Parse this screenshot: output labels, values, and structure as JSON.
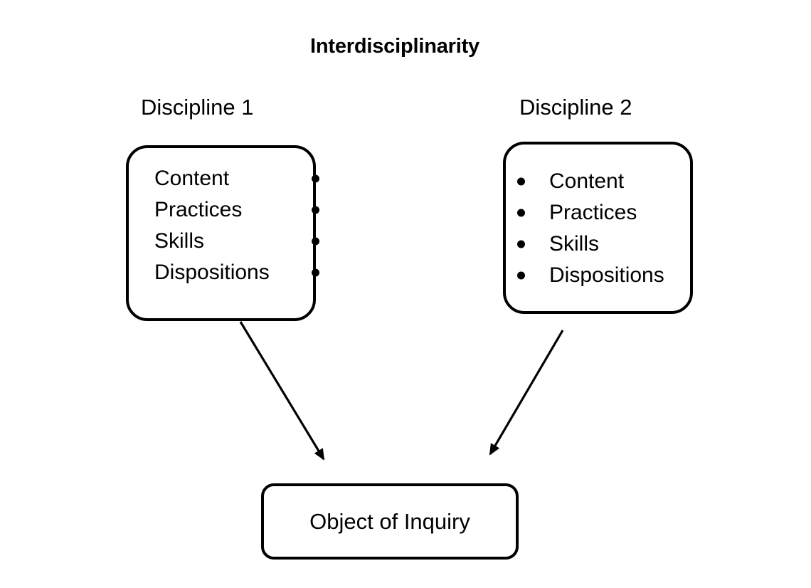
{
  "diagram": {
    "title": "Interdisciplinarity",
    "background_color": "#ffffff",
    "stroke_color": "#000000",
    "text_color": "#000000"
  },
  "columns": [
    {
      "heading": "Discipline 1",
      "bullet_side": "right",
      "items": [
        "Content",
        "Practices",
        "Skills",
        "Dispositions"
      ]
    },
    {
      "heading": "Discipline 2",
      "bullet_side": "left",
      "items": [
        "Content",
        "Practices",
        "Skills",
        "Dispositions"
      ]
    }
  ],
  "target": {
    "label": "Object of Inquiry"
  },
  "connectors": [
    {
      "name": "arrow-discipline-1-to-object",
      "from": "Discipline 1",
      "to": "Object of Inquiry",
      "direction": "down-right"
    },
    {
      "name": "arrow-discipline-2-to-object",
      "from": "Discipline 2",
      "to": "Object of Inquiry",
      "direction": "down-left"
    }
  ]
}
